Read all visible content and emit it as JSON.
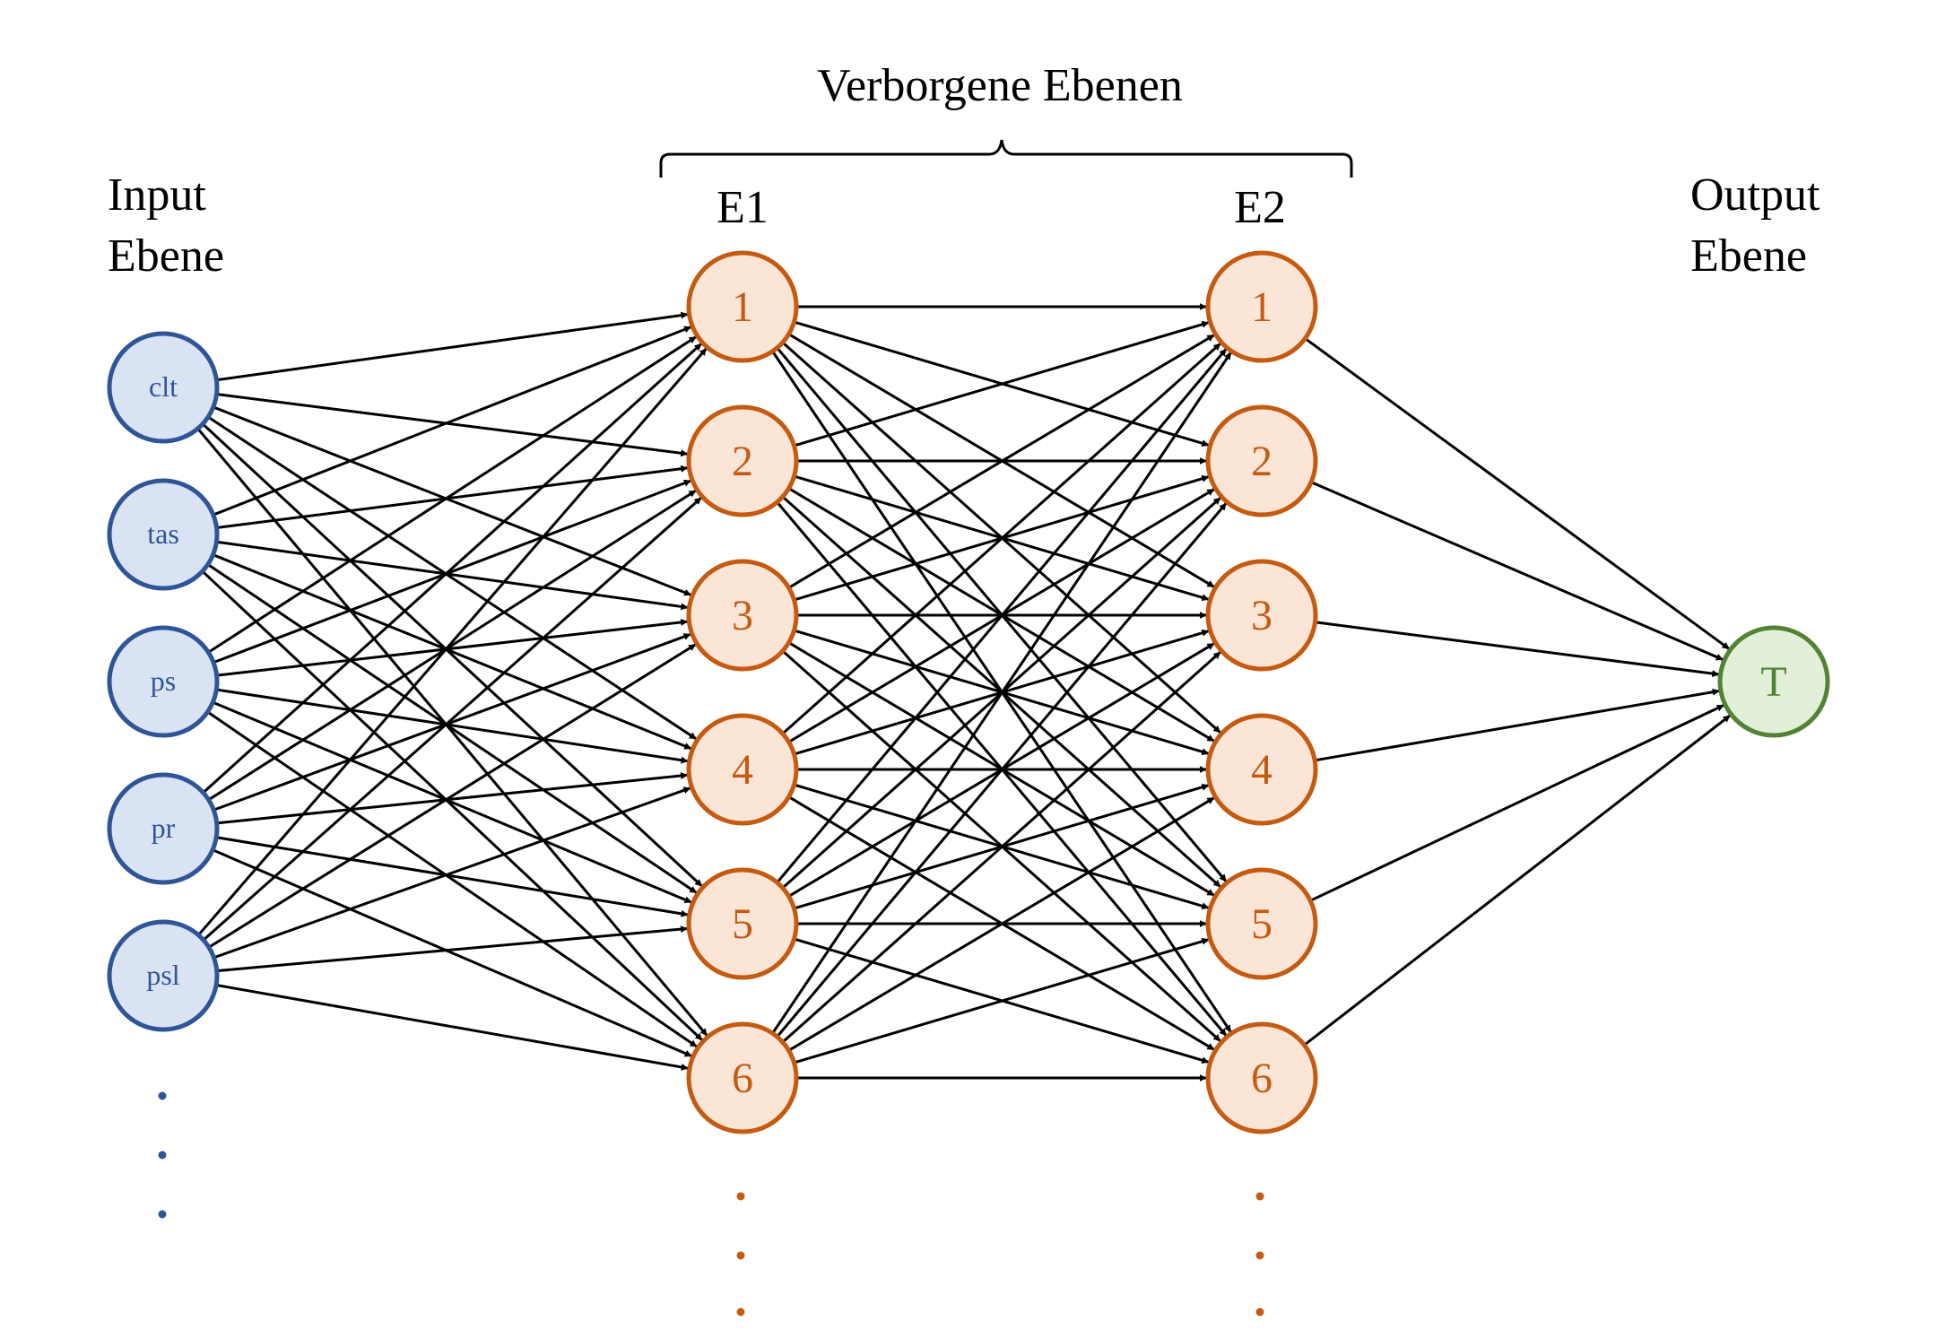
{
  "colors": {
    "input_fill": "#dae3f3",
    "input_stroke": "#2f5597",
    "input_text": "#2f5597",
    "hidden_fill": "#fbe5d6",
    "hidden_stroke": "#c55a11",
    "hidden_text": "#c55a11",
    "output_fill": "#e2f0d9",
    "output_stroke": "#548235",
    "output_text": "#548235",
    "edge": "#000000"
  },
  "labels": {
    "hidden_group": "Verborgene Ebenen",
    "input_line1": "Input",
    "input_line2": "Ebene",
    "e1": "E1",
    "e2": "E2",
    "output_line1": "Output",
    "output_line2": "Ebene"
  },
  "input_nodes": [
    "clt",
    "tas",
    "ps",
    "pr",
    "psl"
  ],
  "hidden1_nodes": [
    "1",
    "2",
    "3",
    "4",
    "5",
    "6"
  ],
  "hidden2_nodes": [
    "1",
    "2",
    "3",
    "4",
    "5",
    "6"
  ],
  "output_nodes": [
    "T"
  ]
}
